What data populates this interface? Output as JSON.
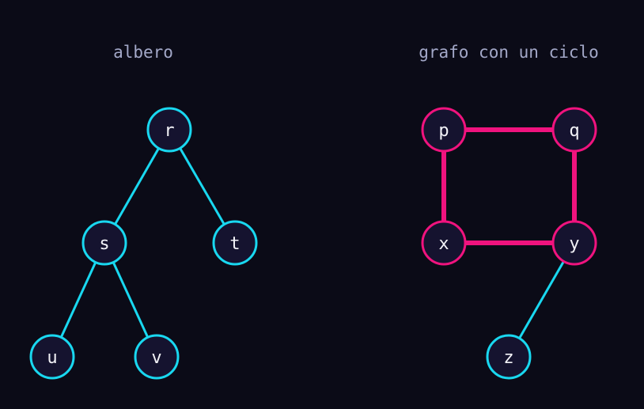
{
  "colors": {
    "background": "#0b0b17",
    "node_fill": "#15132f",
    "tree": "#19d8f0",
    "cycle": "#f0137e",
    "title": "#a3a8c8",
    "label": "#f2f2f7"
  },
  "panels": [
    {
      "id": "tree",
      "title": "albero",
      "nodes": [
        "r",
        "s",
        "t",
        "u",
        "v"
      ],
      "edges": [
        {
          "from": "r",
          "to": "s",
          "kind": "tree"
        },
        {
          "from": "r",
          "to": "t",
          "kind": "tree"
        },
        {
          "from": "s",
          "to": "u",
          "kind": "tree"
        },
        {
          "from": "s",
          "to": "v",
          "kind": "tree"
        }
      ],
      "node_styles": {
        "r": "tree",
        "s": "tree",
        "t": "tree",
        "u": "tree",
        "v": "tree"
      }
    },
    {
      "id": "cycle-graph",
      "title": "grafo con un ciclo",
      "nodes": [
        "p",
        "q",
        "x",
        "y",
        "z"
      ],
      "edges": [
        {
          "from": "p",
          "to": "q",
          "kind": "cycle"
        },
        {
          "from": "p",
          "to": "x",
          "kind": "cycle"
        },
        {
          "from": "q",
          "to": "y",
          "kind": "cycle"
        },
        {
          "from": "x",
          "to": "y",
          "kind": "cycle"
        },
        {
          "from": "y",
          "to": "z",
          "kind": "tree"
        }
      ],
      "node_styles": {
        "p": "cycle",
        "q": "cycle",
        "x": "cycle",
        "y": "cycle",
        "z": "tree"
      }
    }
  ]
}
